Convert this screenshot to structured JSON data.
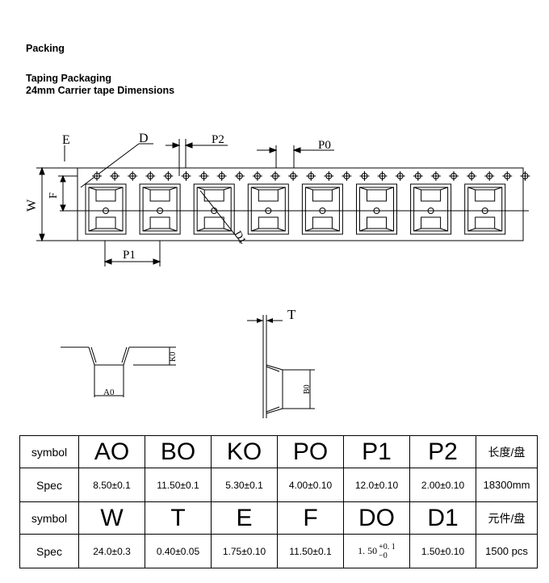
{
  "headings": {
    "packing": "Packing",
    "taping": "Taping Packaging",
    "tape_dims": "24mm Carrier tape Dimensions"
  },
  "drawing_labels": {
    "E": "E",
    "D": "D",
    "P2": "P2",
    "P0": "P0",
    "W": "W",
    "F": "F",
    "D1": "D1",
    "P1": "P1",
    "T": "T",
    "K0": "K0",
    "A0": "A0",
    "B0": "B0"
  },
  "table": {
    "row1": {
      "head": "symbol",
      "cells": [
        "AO",
        "BO",
        "KO",
        "PO",
        "P1",
        "P2"
      ],
      "extra": "长度/盘"
    },
    "row2": {
      "head": "Spec",
      "cells": [
        "8.50±0.1",
        "11.50±0.1",
        "5.30±0.1",
        "4.00±0.10",
        "12.0±0.10",
        "2.00±0.10"
      ],
      "extra": "18300mm"
    },
    "row3": {
      "head": "symbol",
      "cells": [
        "W",
        "T",
        "E",
        "F",
        "DO",
        "D1"
      ],
      "extra": "元件/盘"
    },
    "row4": {
      "head": "Spec",
      "cells": [
        "24.0±0.3",
        "0.40±0.05",
        "1.75±0.10",
        "11.50±0.1",
        "",
        "1.50±0.10"
      ],
      "extra": "1500 pcs",
      "do_spec": {
        "base": "1. 50",
        "upper": "+0. 1",
        "lower": "−0"
      }
    }
  }
}
